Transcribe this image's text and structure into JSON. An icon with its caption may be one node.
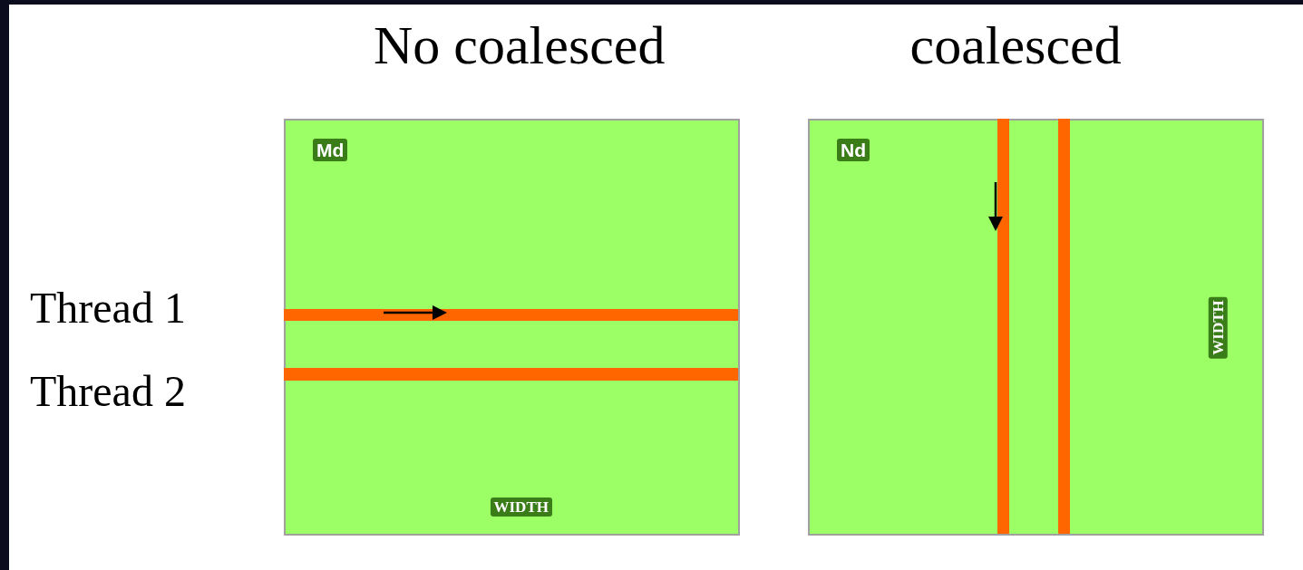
{
  "diagram": {
    "nodes": [
      {
        "text": [
          "Md",
          "WIDTH"
        ]
      },
      {
        "text": [
          "Nd",
          "WIDTH"
        ]
      }
    ],
    "labels": [
      "No coalesced",
      "coalesced",
      "Thread 1",
      "Thread 2"
    ]
  }
}
